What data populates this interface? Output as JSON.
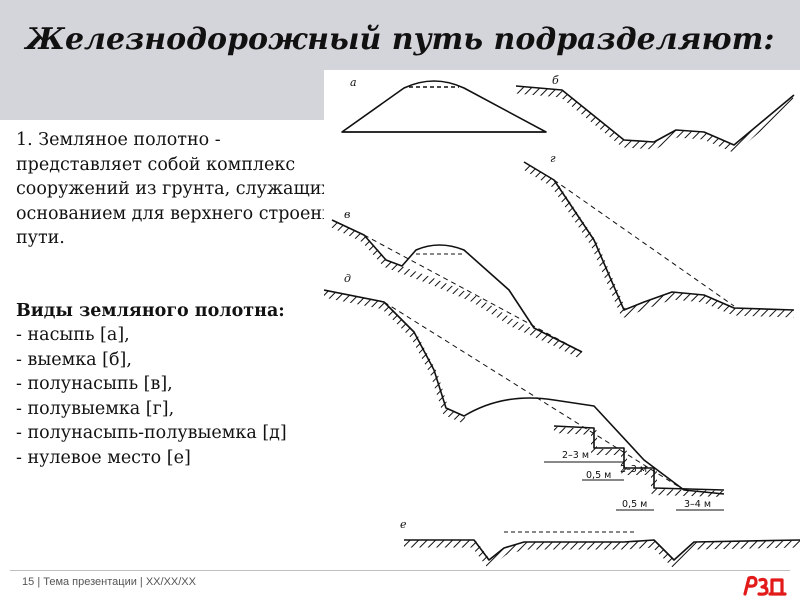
{
  "title": "Железнодорожный путь подразделяют:",
  "body": {
    "p1": "1. Земляное полотно - представляет собой комплекс сооружений из грунта, служащих основанием для верхнего строения пути.",
    "types_heading": "Виды земляного полотна:",
    "types": [
      "- насыпь [а],",
      "- выемка [б],",
      "- полунасыпь [в],",
      "- полувыемка [г],",
      "- полунасыпь-полувыемка [д]",
      "- нулевое место [е]"
    ]
  },
  "diagram": {
    "labels": {
      "a": "а",
      "b": "б",
      "v": "в",
      "g": "г",
      "d": "д",
      "e": "е"
    },
    "dims": [
      "2–3 м",
      "0,5 м",
      "2–3 м",
      "0,5 м",
      "3–4 м"
    ]
  },
  "footer": {
    "page": "15",
    "text": "| Тема презентации | XX/XX/XX"
  },
  "colors": {
    "header_band": "#d4d5db",
    "logo_red": "#e21a1a"
  }
}
